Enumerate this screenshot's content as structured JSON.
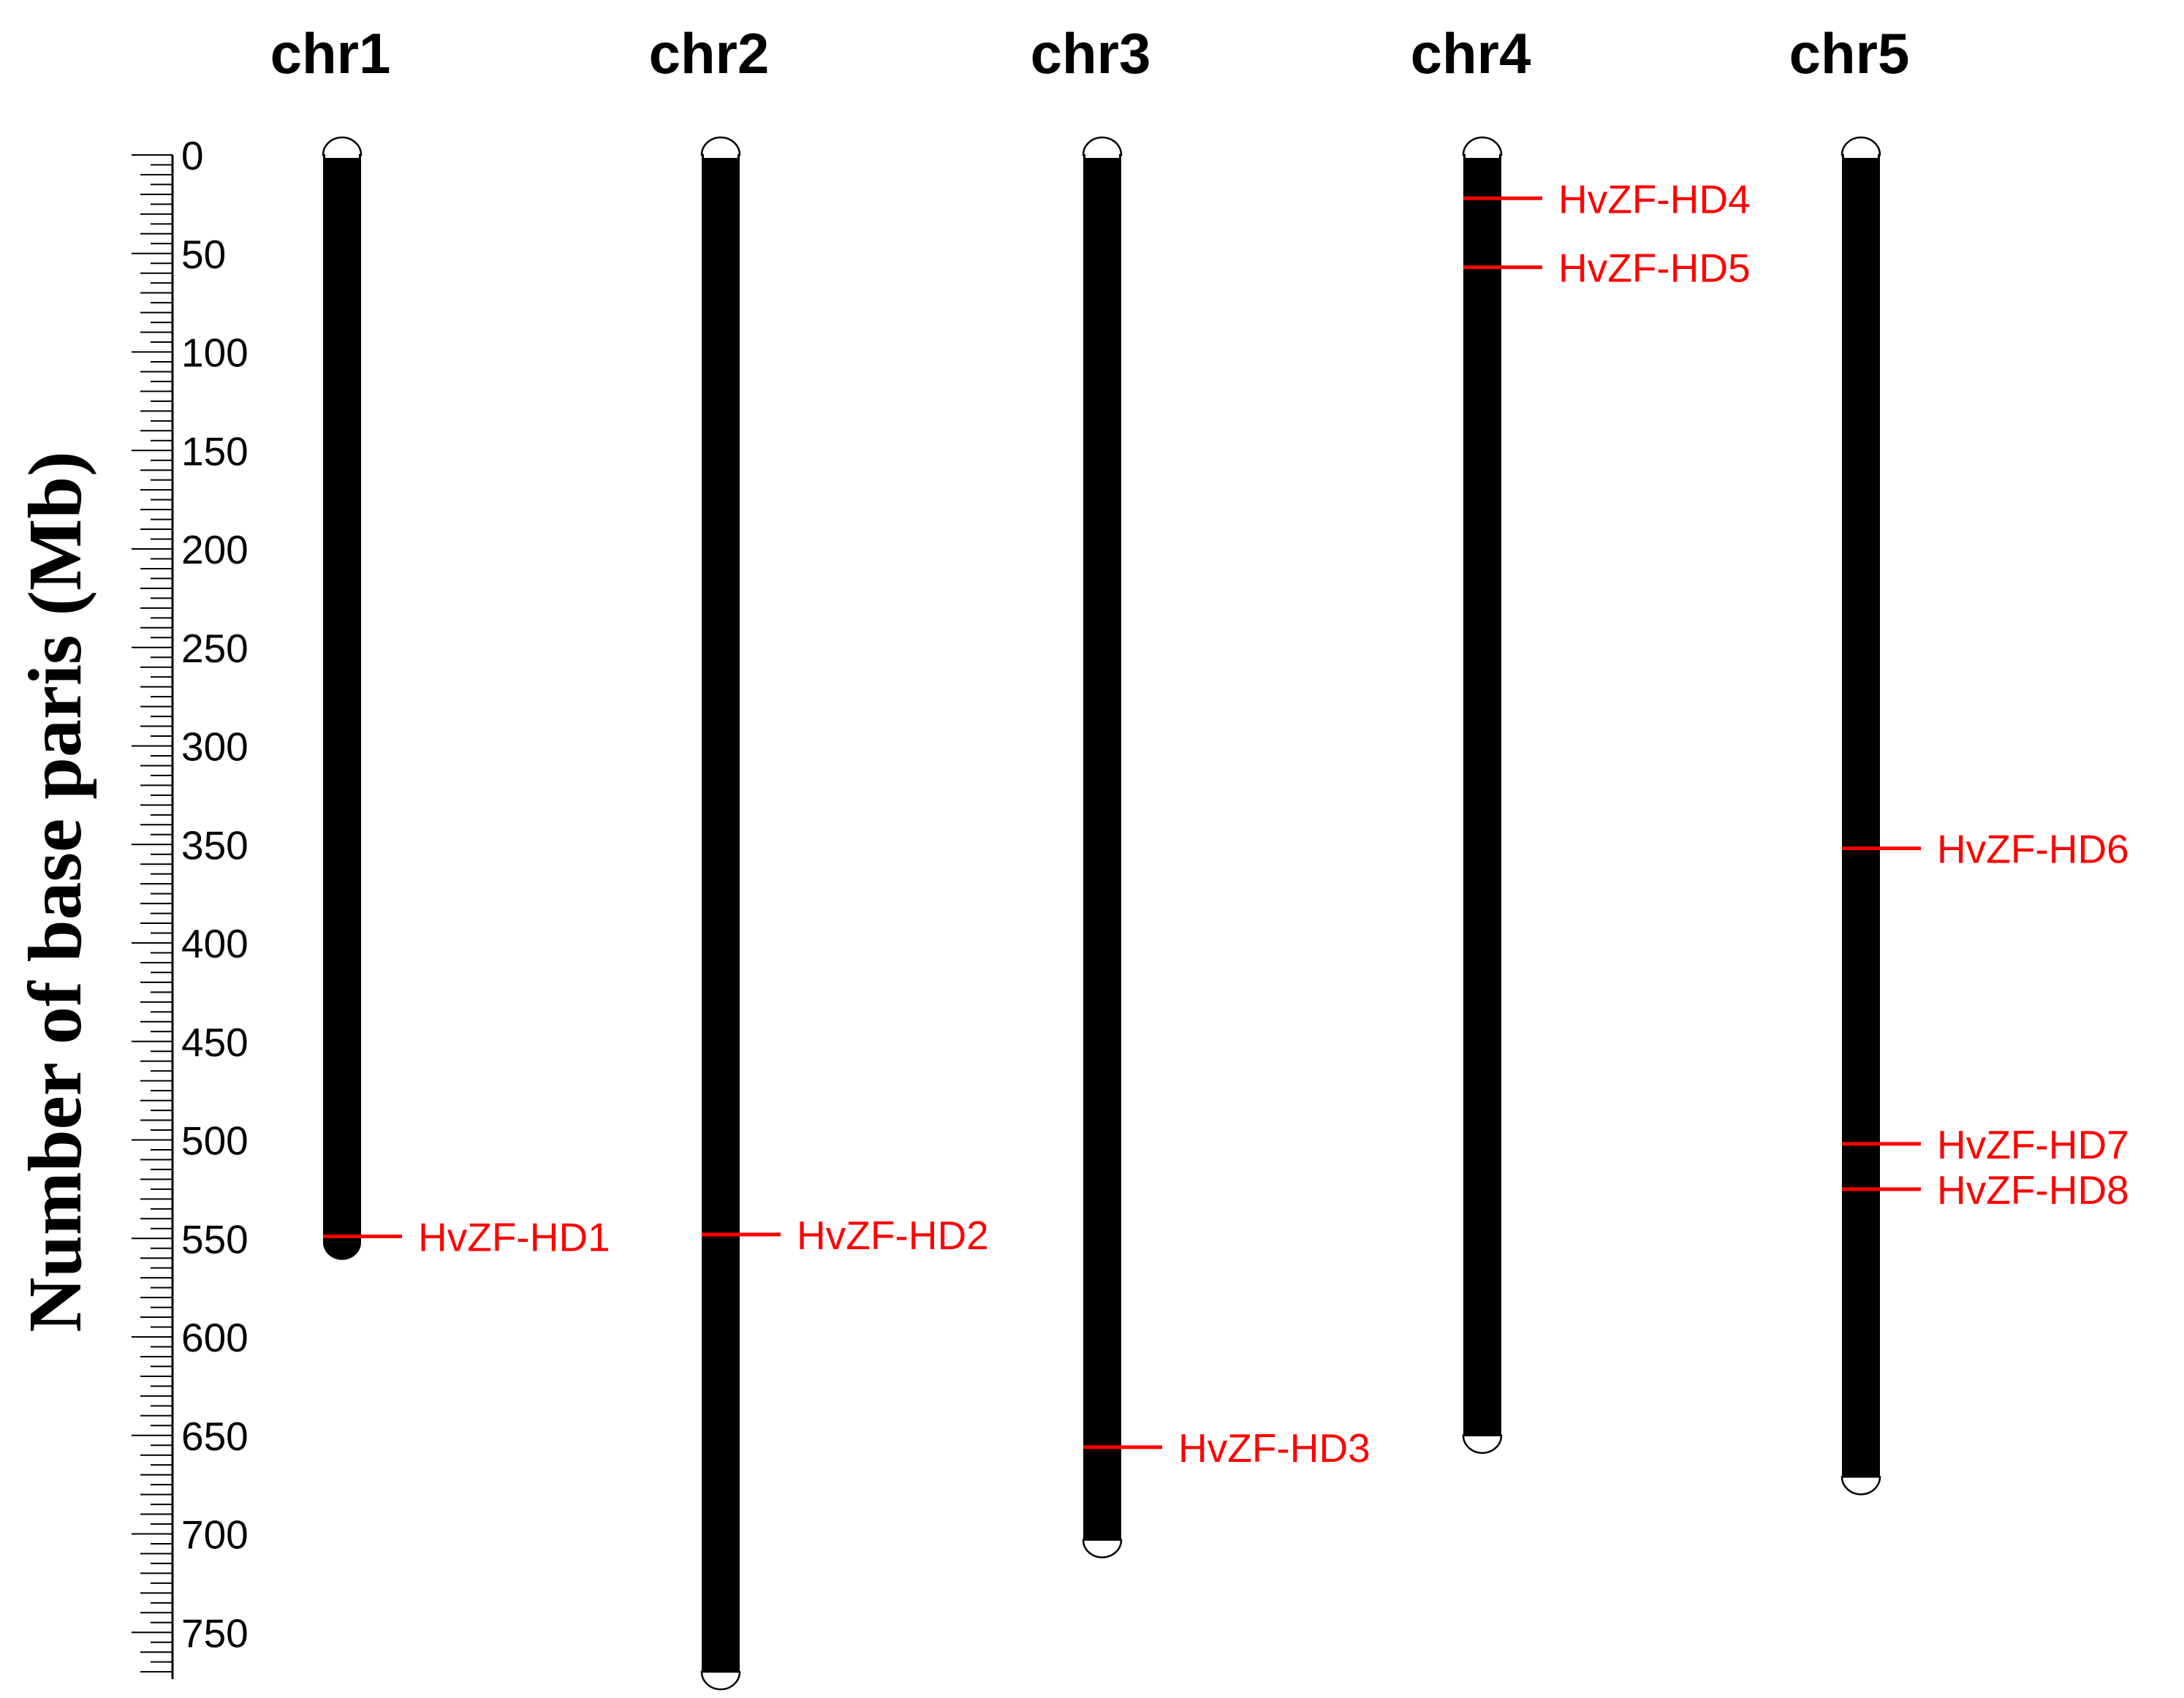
{
  "axis": {
    "title": "Number of base paris (Mb)",
    "range": [
      0,
      770
    ],
    "major_ticks": [
      0,
      50,
      100,
      150,
      200,
      250,
      300,
      350,
      400,
      450,
      500,
      550,
      600,
      650,
      700,
      750
    ],
    "minor_tick_step": 5
  },
  "colors": {
    "chromosome": "#000000",
    "marker": "#ff0000",
    "label": "#ff0000",
    "axis": "#000000"
  },
  "chromosomes": [
    {
      "name": "chr1",
      "length": 552,
      "white_top": true,
      "white_bottom": false
    },
    {
      "name": "chr2",
      "length": 770,
      "white_top": true,
      "white_bottom": true
    },
    {
      "name": "chr3",
      "length": 703,
      "white_top": true,
      "white_bottom": true
    },
    {
      "name": "chr4",
      "length": 650,
      "white_top": true,
      "white_bottom": true
    },
    {
      "name": "chr5",
      "length": 671,
      "white_top": true,
      "white_bottom": true
    }
  ],
  "genes": [
    {
      "name": "HvZF-HD1",
      "chr": "chr1",
      "position": 549
    },
    {
      "name": "HvZF-HD2",
      "chr": "chr2",
      "position": 548
    },
    {
      "name": "HvZF-HD3",
      "chr": "chr3",
      "position": 656
    },
    {
      "name": "HvZF-HD4",
      "chr": "chr4",
      "position": 22
    },
    {
      "name": "HvZF-HD5",
      "chr": "chr4",
      "position": 57
    },
    {
      "name": "HvZF-HD6",
      "chr": "chr5",
      "position": 352
    },
    {
      "name": "HvZF-HD7",
      "chr": "chr5",
      "position": 502
    },
    {
      "name": "HvZF-HD8",
      "chr": "chr5",
      "position": 525
    }
  ]
}
